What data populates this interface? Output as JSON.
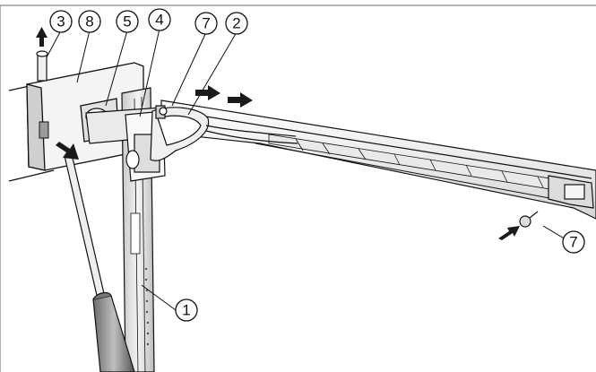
{
  "callouts": [
    {
      "id": "c3",
      "label": "3"
    },
    {
      "id": "c8",
      "label": "8"
    },
    {
      "id": "c5",
      "label": "5"
    },
    {
      "id": "c4",
      "label": "4"
    },
    {
      "id": "c7a",
      "label": "7"
    },
    {
      "id": "c2",
      "label": "2"
    },
    {
      "id": "c7b",
      "label": "7"
    },
    {
      "id": "c1",
      "label": "1"
    }
  ],
  "colors": {
    "line": "#111111",
    "fill_light": "#f2f2f2",
    "fill_mid": "#d9d9d9",
    "fill_dark": "#9a9a9a",
    "arrow": "#1a1a1a"
  },
  "icons": [
    "screwdriver",
    "arrow-up-icon",
    "arrow-right-icon",
    "arrow-down-left-icon"
  ]
}
